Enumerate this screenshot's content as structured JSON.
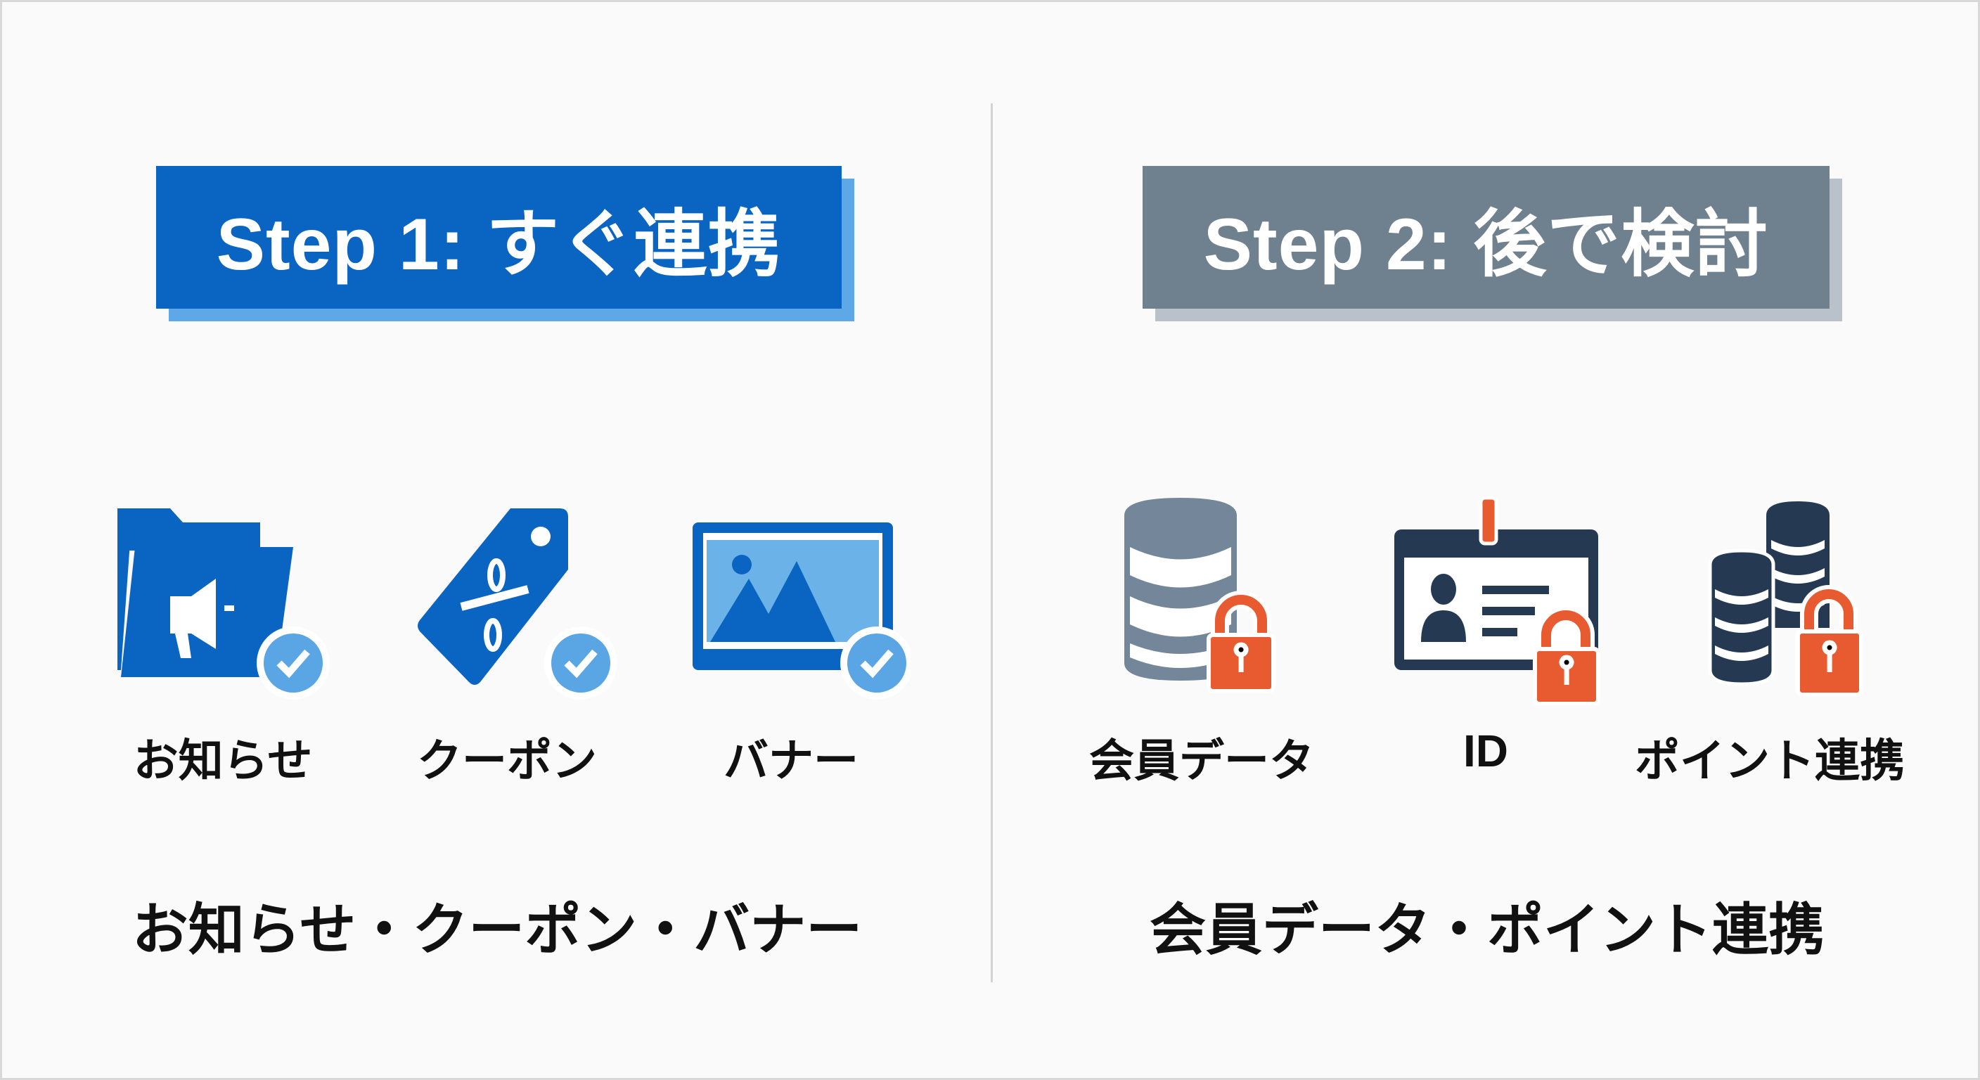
{
  "step1": {
    "title": "Step 1: すぐ連携",
    "color": "#0a64c2",
    "items": [
      {
        "label": "お知らせ",
        "icon": "folder-megaphone-icon"
      },
      {
        "label": "クーポン",
        "icon": "percent-tag-icon"
      },
      {
        "label": "バナー",
        "icon": "image-banner-icon"
      }
    ],
    "summary": "お知らせ・クーポン・バナー"
  },
  "step2": {
    "title": "Step 2: 後で検討",
    "color": "#6f808f",
    "items": [
      {
        "label": "会員データ",
        "icon": "database-lock-icon"
      },
      {
        "label": "ID",
        "icon": "id-card-lock-icon"
      },
      {
        "label": "ポイント連携",
        "icon": "coins-lock-icon"
      }
    ],
    "summary": "会員データ・ポイント連携"
  }
}
